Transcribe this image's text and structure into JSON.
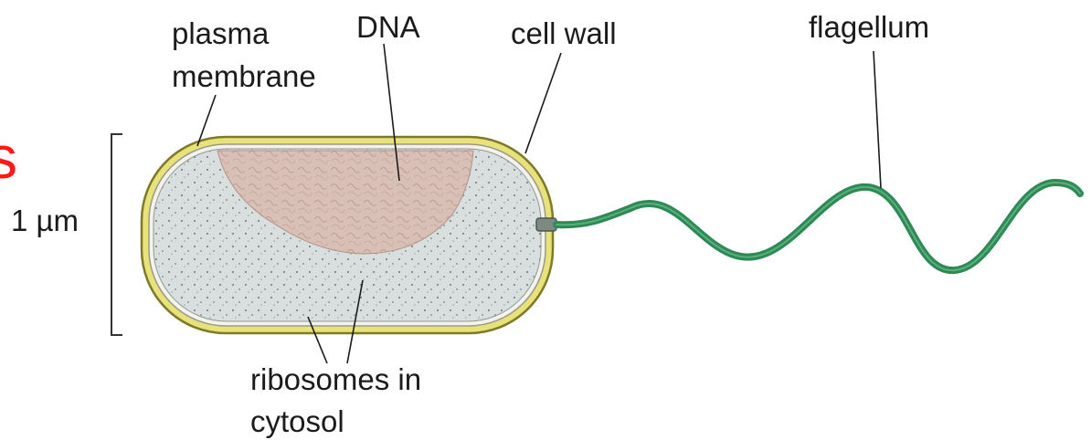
{
  "colors": {
    "cell_wall": "#e8e27a",
    "cell_wall_stroke": "#7e7a2a",
    "membrane": "#f4f2ea",
    "cytosol": "#d9dfdf",
    "dna": "#d8c0b6",
    "flagellum": "#2d8a55",
    "side_text": "#ff1a1a",
    "leader_line": "#1b1b1b"
  },
  "labels": {
    "plasma_line1": "plasma",
    "plasma_line2": "membrane",
    "dna": "DNA",
    "cell_wall": "cell wall",
    "flagellum": "flagellum",
    "scale": "1 µm",
    "ribosomes_line1": "ribosomes in",
    "ribosomes_line2": "cytosol",
    "side_letter": "s"
  },
  "icons": {
    "cell": "bacterium-cell-icon",
    "flagellum": "flagellum-icon"
  }
}
